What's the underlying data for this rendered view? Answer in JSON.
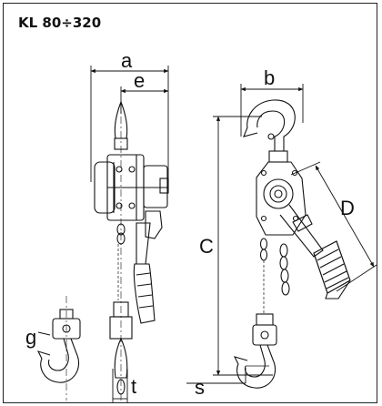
{
  "header": {
    "title": "KL 80÷320"
  },
  "dimensions": {
    "a": "a",
    "e": "e",
    "b": "b",
    "c": "C",
    "d": "D",
    "g": "g",
    "s": "s",
    "t": "t"
  }
}
